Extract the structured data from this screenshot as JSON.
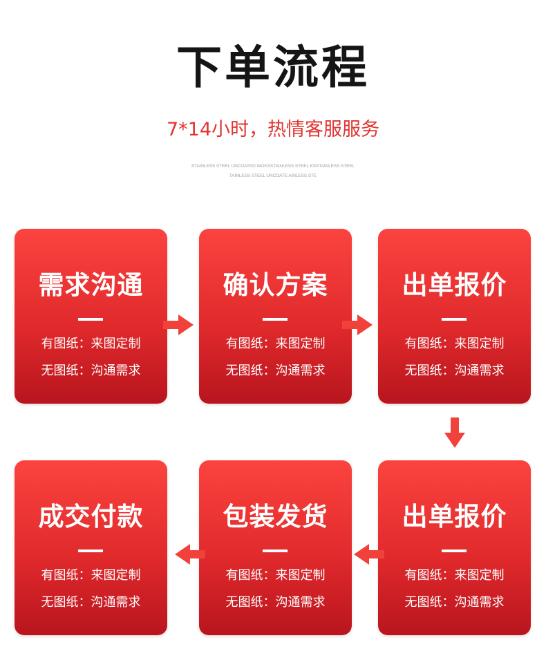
{
  "header": {
    "title": "下单流程",
    "subtitle": "7*14小时，热情客服服务",
    "fine_print_1": "STAINLESS STEEL UNCOATED WOKSSTAINLESS STEEL KSSTAINLESS STEEL",
    "fine_print_2": "TAINLESS STEEL UNCOATE AINLESS STE"
  },
  "steps": [
    {
      "title": "需求沟通",
      "line1": "有图纸：来图定制",
      "line2": "无图纸：沟通需求"
    },
    {
      "title": "确认方案",
      "line1": "有图纸：来图定制",
      "line2": "无图纸：沟通需求"
    },
    {
      "title": "出单报价",
      "line1": "有图纸：来图定制",
      "line2": "无图纸：沟通需求"
    },
    {
      "title": "出单报价",
      "line1": "有图纸：来图定制",
      "line2": "无图纸：沟通需求"
    },
    {
      "title": "包装发货",
      "line1": "有图纸：来图定制",
      "line2": "无图纸：沟通需求"
    },
    {
      "title": "成交付款",
      "line1": "有图纸：来图定制",
      "line2": "无图纸：沟通需求"
    }
  ],
  "colors": {
    "card_top": "#fb433f",
    "card_bottom": "#b8151e",
    "arrow": "#f0413a",
    "subtitle": "#e03530",
    "title": "#151515"
  }
}
